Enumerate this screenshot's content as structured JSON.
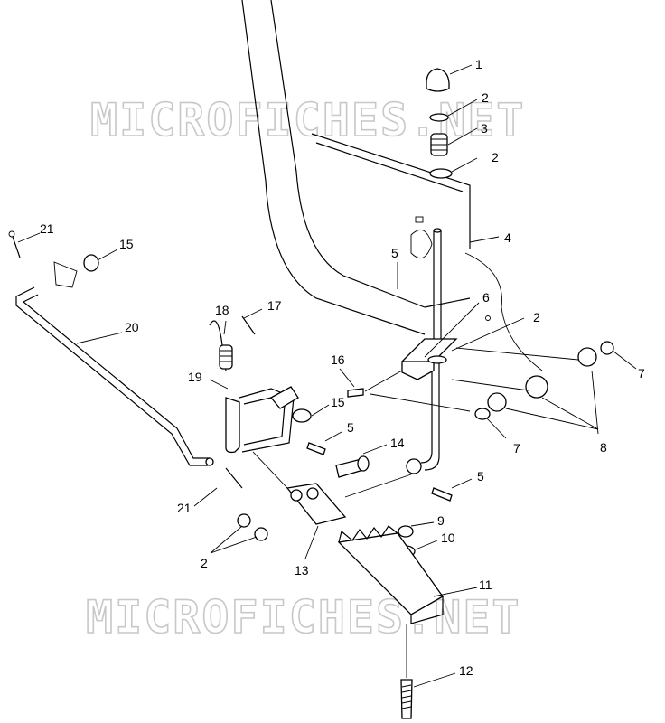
{
  "watermark": {
    "text": "MICROFICHES.NET"
  },
  "callouts": [
    {
      "id": "c1",
      "label": "1"
    },
    {
      "id": "c2a",
      "label": "2"
    },
    {
      "id": "c3",
      "label": "3"
    },
    {
      "id": "c2b",
      "label": "2"
    },
    {
      "id": "c4",
      "label": "4"
    },
    {
      "id": "c5a",
      "label": "5"
    },
    {
      "id": "c6",
      "label": "6"
    },
    {
      "id": "c2c",
      "label": "2"
    },
    {
      "id": "c7a",
      "label": "7"
    },
    {
      "id": "c8",
      "label": "8"
    },
    {
      "id": "c7b",
      "label": "7"
    },
    {
      "id": "c16",
      "label": "16"
    },
    {
      "id": "c15a",
      "label": "15"
    },
    {
      "id": "c15b",
      "label": "15"
    },
    {
      "id": "c21a",
      "label": "21"
    },
    {
      "id": "c20",
      "label": "20"
    },
    {
      "id": "c18",
      "label": "18"
    },
    {
      "id": "c17",
      "label": "17"
    },
    {
      "id": "c19",
      "label": "19"
    },
    {
      "id": "c5b",
      "label": "5"
    },
    {
      "id": "c14",
      "label": "14"
    },
    {
      "id": "c5c",
      "label": "5"
    },
    {
      "id": "c21b",
      "label": "21"
    },
    {
      "id": "c9",
      "label": "9"
    },
    {
      "id": "c10",
      "label": "10"
    },
    {
      "id": "c2d",
      "label": "2"
    },
    {
      "id": "c13",
      "label": "13"
    },
    {
      "id": "c11",
      "label": "11"
    },
    {
      "id": "c12",
      "label": "12"
    }
  ]
}
